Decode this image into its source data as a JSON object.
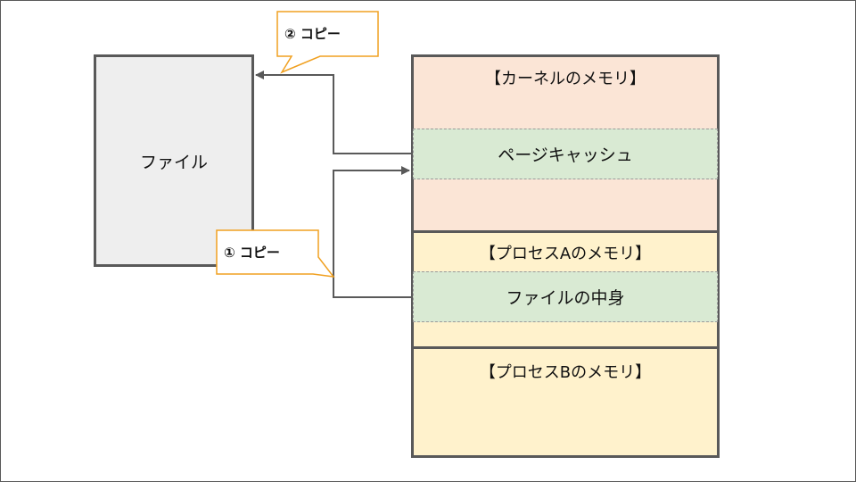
{
  "file": {
    "label": "ファイル"
  },
  "memory": {
    "kernel_label": "【カーネルのメモリ】",
    "page_cache_label": "ページキャッシュ",
    "process_a_label": "【プロセスAのメモリ】",
    "file_content_label": "ファイルの中身",
    "process_b_label": "【プロセスBのメモリ】"
  },
  "callouts": {
    "step1": "① コピー",
    "step2": "② コピー"
  },
  "colors": {
    "kernel_fill": "#fbe5d6",
    "process_fill": "#fff2cc",
    "sub_fill": "#d9ead3",
    "file_fill": "#eeeeee",
    "callout_border": "#f0a020",
    "line": "#595959"
  }
}
